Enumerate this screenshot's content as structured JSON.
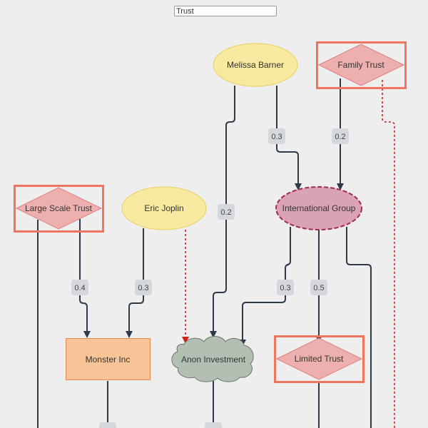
{
  "search": {
    "value": "Trust"
  },
  "nodes": {
    "melissa_barner": "Melissa Barner",
    "family_trust": "Family Trust",
    "large_scale_trust": "Large Scale Trust",
    "eric_joplin": "Eric Joplin",
    "international_group": "International Group",
    "monster_inc": "Monster Inc",
    "anon_investment": "Anon Investment",
    "limited_trust": "Limited Trust"
  },
  "edge_labels": {
    "melissa_to_anon": "0.2",
    "melissa_to_international": "0.3",
    "family_to_international": "0.2",
    "large_to_monster": "0.4",
    "eric_to_monster": "0.3",
    "international_to_anon": "0.3",
    "international_to_limited": "0.5"
  },
  "colors": {
    "person_fill": "#f7eaa0",
    "person_stroke": "#e9cf5e",
    "trust_fill": "#eeb0ae",
    "trust_stroke": "#dd8080",
    "highlight": "#f07560",
    "company_fill": "#f8c497",
    "company_stroke": "#e88a55",
    "group_fill": "#d9a3b3",
    "group_stroke": "#a02a52",
    "cloud_fill": "#b4bfb3",
    "cloud_stroke": "#6a756a",
    "edge": "#2e3a4a",
    "dashed_edge": "#cc2222",
    "label_bg": "#d4d8dc"
  }
}
